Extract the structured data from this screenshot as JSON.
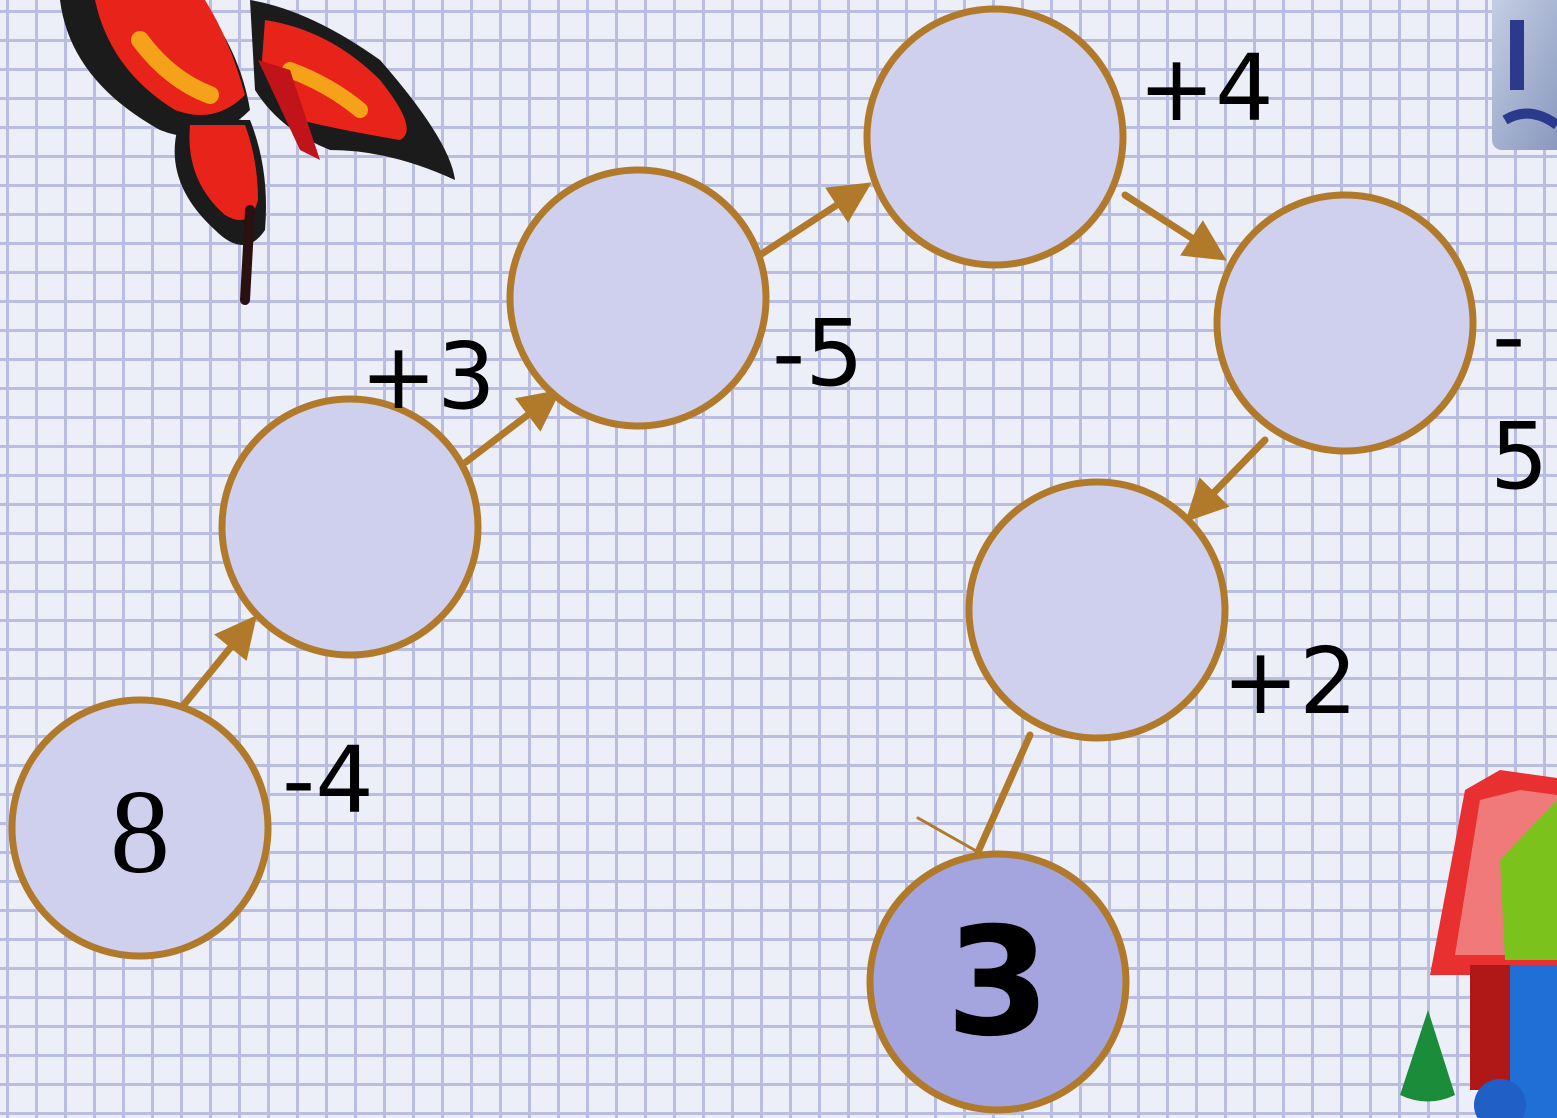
{
  "chain": {
    "start_value": "8",
    "end_value": "3",
    "operations": [
      "-4",
      "+3",
      "-5",
      "+4",
      "-",
      "5",
      "+2"
    ]
  },
  "decorations": {
    "butterfly": "butterfly-clipart",
    "shapes": "geometric-shapes-clipart",
    "corner_tile": "letter-block-fragment"
  },
  "colors": {
    "circle_fill": "#cfd0ee",
    "final_circle_fill": "#a4a4de",
    "ring_and_arrow": "#b07a2a",
    "grid_line": "#b9bde2",
    "background": "#eceef8"
  }
}
